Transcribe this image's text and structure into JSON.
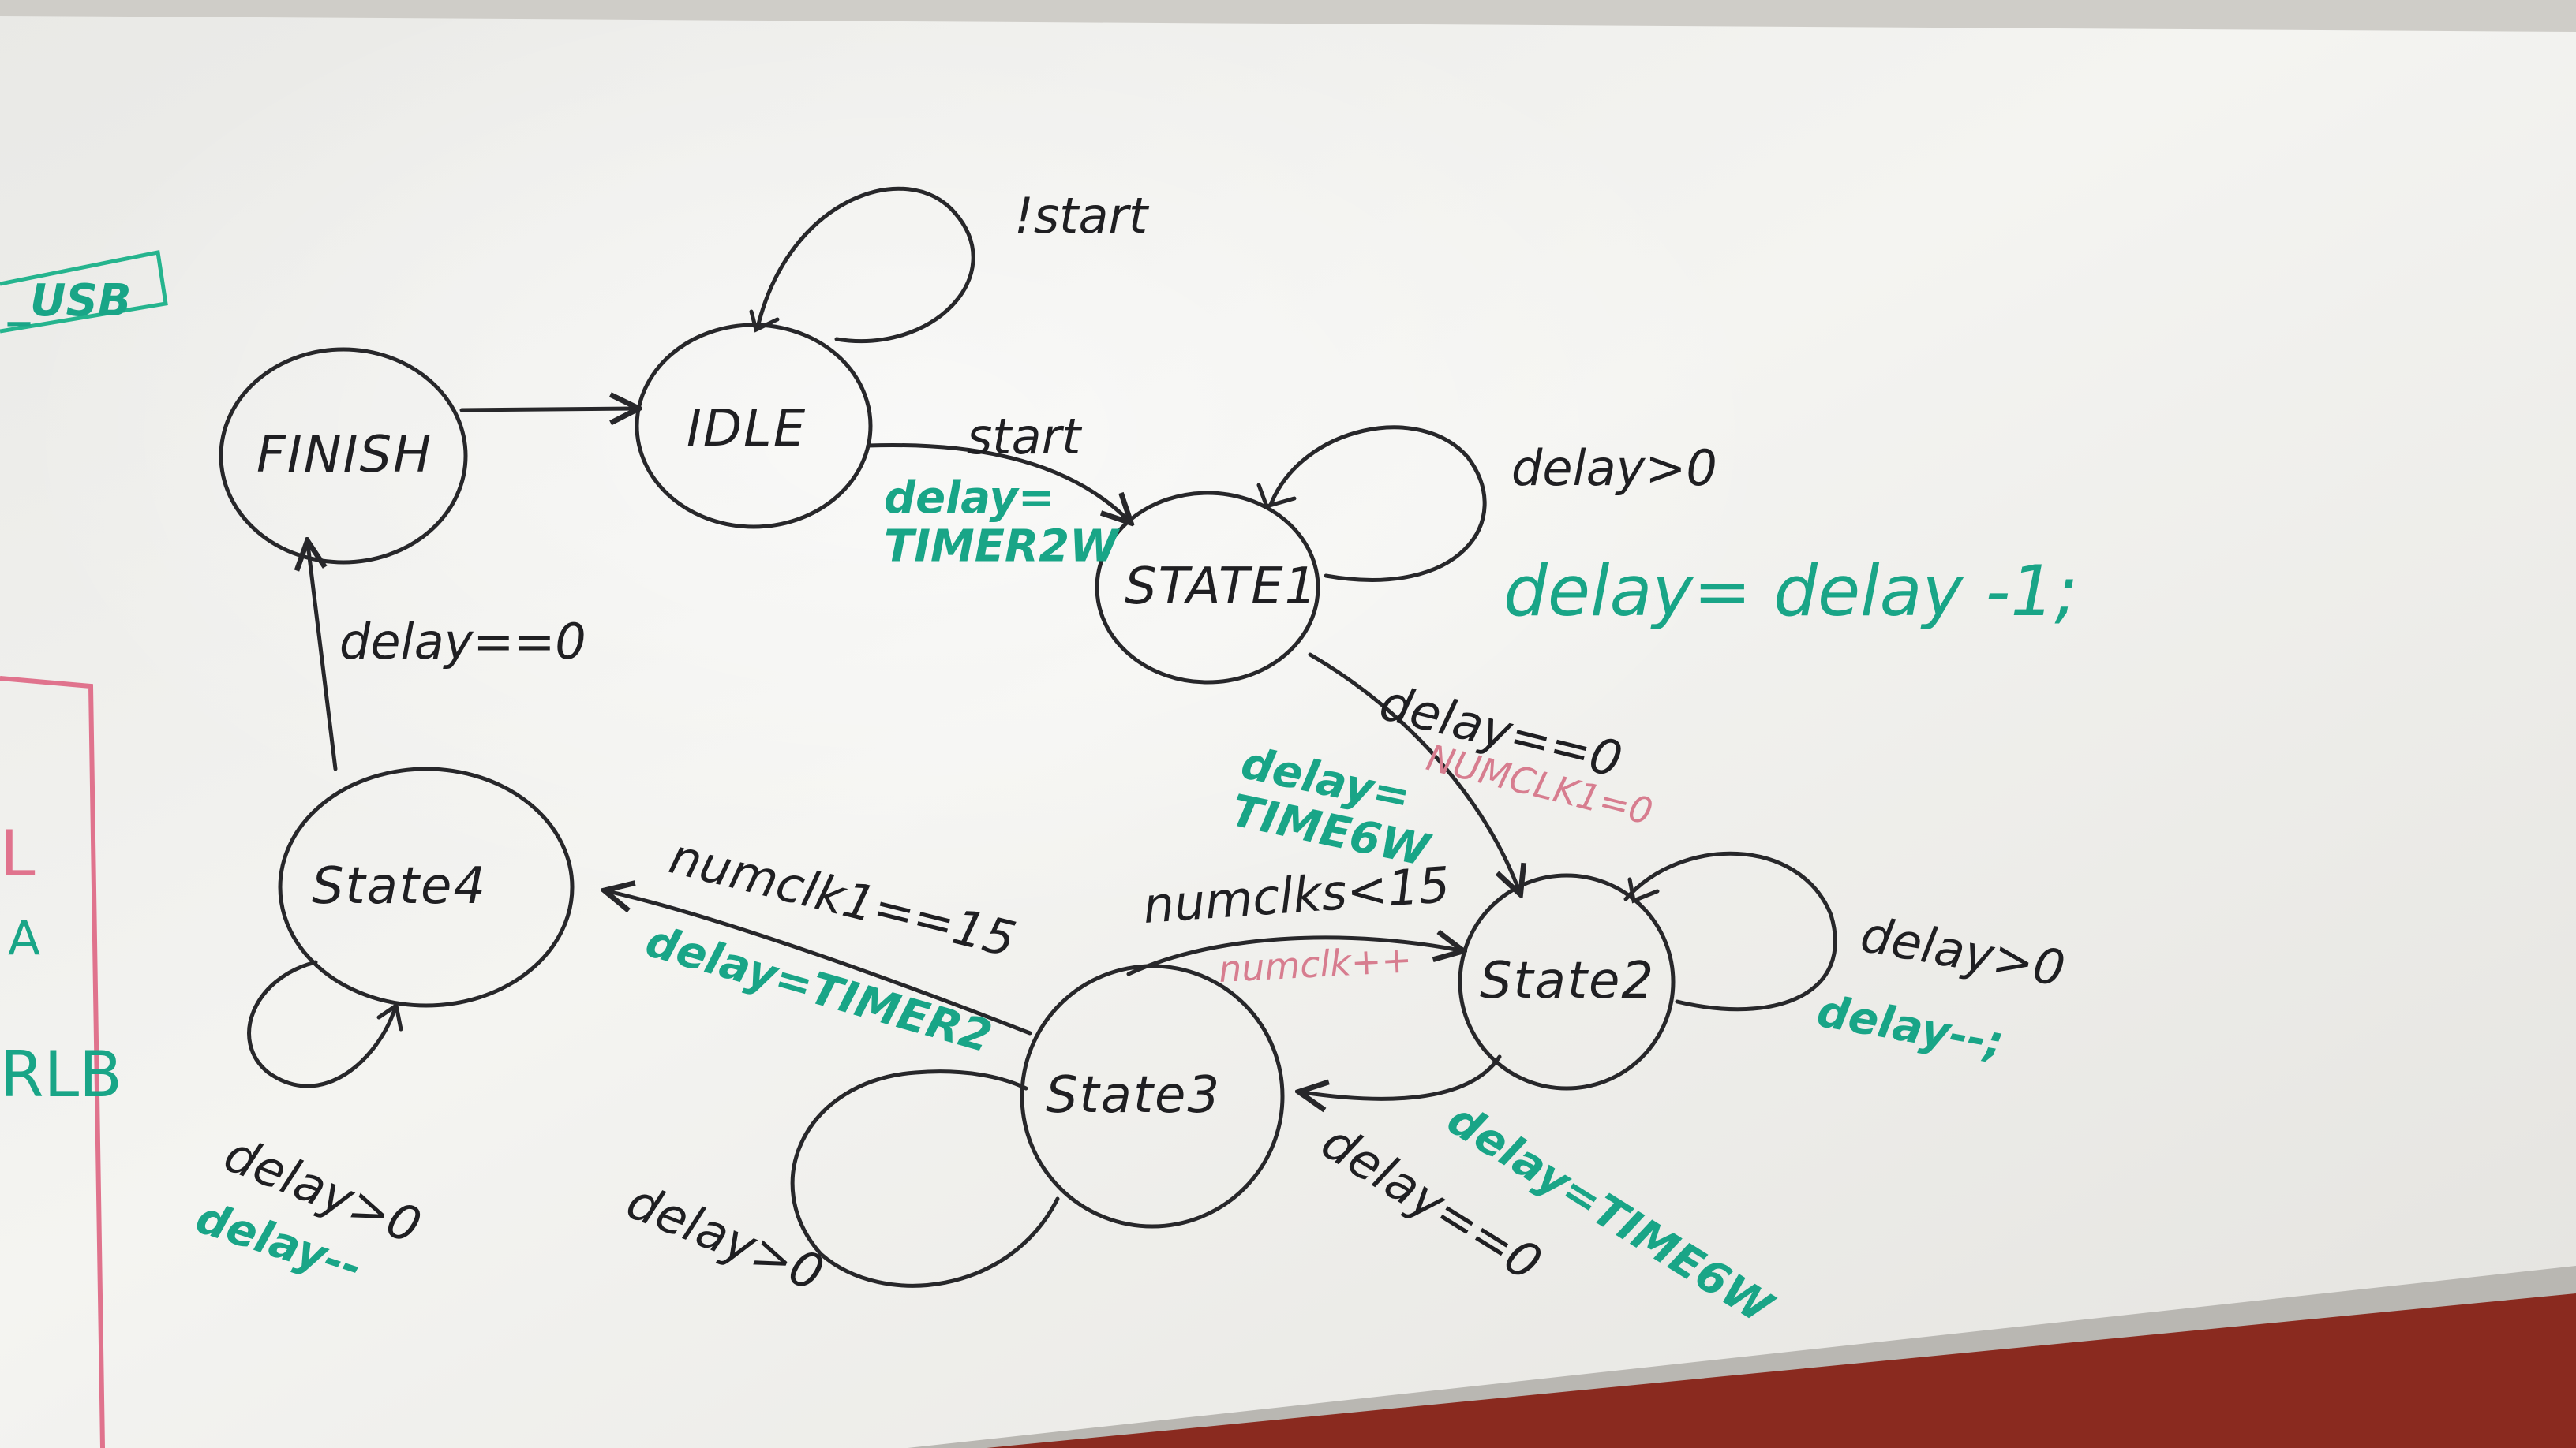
{
  "states": {
    "finish": "FINISH",
    "idle": "IDLE",
    "state1": "STATE1",
    "state2": "State2",
    "state3": "State3",
    "state4": "State4"
  },
  "labels": {
    "not_start": "!start",
    "start": "start",
    "delay_timer2w": "delay=\nTIMER2W",
    "delay_gt0_s1": "delay>0",
    "delay_decr_s1": "delay= delay -1;",
    "delay_eq0_s1s2": "delay==0",
    "numclk_eq0_s1s2": "NUMCLK1=0",
    "delay_time6w": "delay=\nTIME6W",
    "delay_gt0_s2": "delay>0",
    "delay_decr_s2": "delay--;",
    "numclk_lt15": "numclks<15",
    "numclk_inc": "numclk++",
    "delay_eq0_s2s3": "delay==0",
    "delay_time6w_s2s3": "delay=TIME6W",
    "numclk_eq15": "numclk1==15",
    "delay_timer2": "delay=TIMER2",
    "delay_gt0_s3": "delay>0",
    "delay_eq0_s4": "delay==0",
    "delay_gt0_s4": "delay>0",
    "delay_decr_s4": "delay--",
    "edge_tag_usb": "_USB",
    "edge_tag_l": "L",
    "edge_tag_a": "A",
    "edge_tag_rlb": "RLB"
  },
  "colors": {
    "ink_black": "#27272a",
    "ink_green": "#19a587",
    "ink_pink": "#d77d8f",
    "board": "#f1f0ec"
  }
}
